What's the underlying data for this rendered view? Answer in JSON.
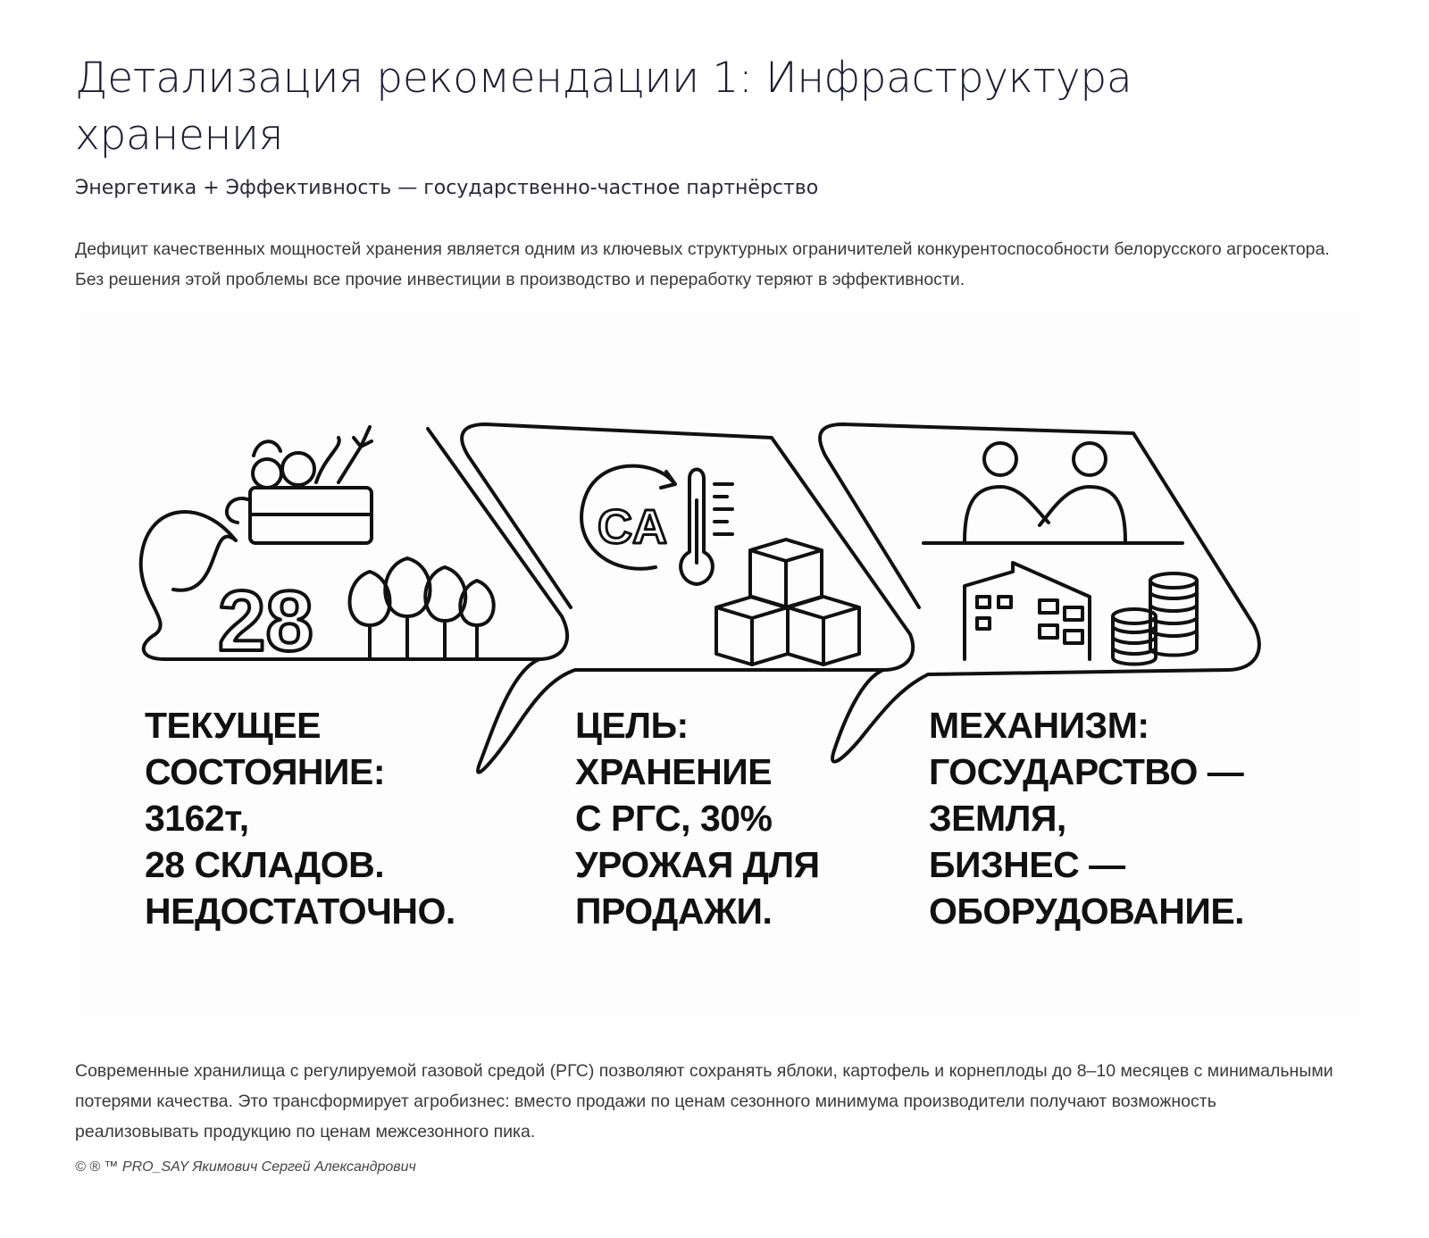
{
  "header": {
    "title": "Детализация рекомендации 1: Инфраструктура хранения",
    "subtitle": "Энергетика + Эффективность — государственно-частное партнёрство"
  },
  "intro": "Дефицит качественных мощностей хранения является одним из ключевых структурных ограничителей конкурентоспособности белорусского агросектора. Без решения этой проблемы все прочие инвестиции в производство и переработку теряют в эффективности.",
  "infographic": {
    "badge_number": "28",
    "ca_label": "CA",
    "columns": [
      {
        "lines": [
          "ТЕКУЩЕЕ",
          "СОСТОЯНИЕ:",
          "3162т,",
          "28 СКЛАДОВ.",
          "НЕДОСТАТОЧНО."
        ]
      },
      {
        "lines": [
          "ЦЕЛЬ:",
          "ХРАНЕНИЕ",
          "С РГС, 30%",
          "УРОЖАЯ ДЛЯ",
          "ПРОДАЖИ."
        ]
      },
      {
        "lines": [
          "МЕХАНИЗМ:",
          "ГОСУДАРСТВО —",
          "ЗЕМЛЯ,",
          "БИЗНЕС —",
          "ОБОРУДОВАНИЕ."
        ]
      }
    ],
    "icons": [
      "vegetable-crate-icon",
      "trees-icon",
      "ca-cycle-icon",
      "thermometer-icon",
      "boxes-icon",
      "handshake-icon",
      "building-icon",
      "coins-icon"
    ]
  },
  "body": "Современные хранилища с регулируемой газовой средой (РГС) позволяют сохранять яблоки, картофель и корнеплоды до 8–10 месяцев с минимальными потерями качества. Это трансформирует агробизнес: вместо продажи по ценам сезонного минимума производители получают возможность реализовывать продукцию по ценам межсезонного пика.",
  "copyright": "© ® ™ PRO_SAY Якимович Сергей Александрович"
}
